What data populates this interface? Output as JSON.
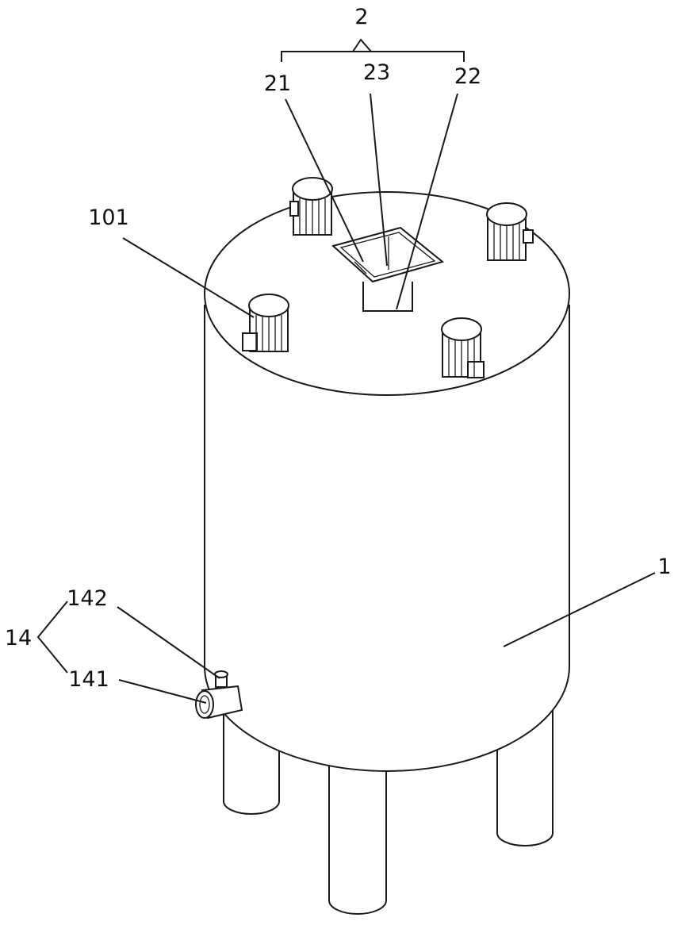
{
  "labels": {
    "tank": "1",
    "feeder_assembly": "2",
    "feeder_part_21": "21",
    "feeder_part_22": "22",
    "feeder_part_23": "23",
    "motor": "101",
    "valve_assembly": "14",
    "valve_pipe": "141",
    "valve_handle": "142"
  }
}
